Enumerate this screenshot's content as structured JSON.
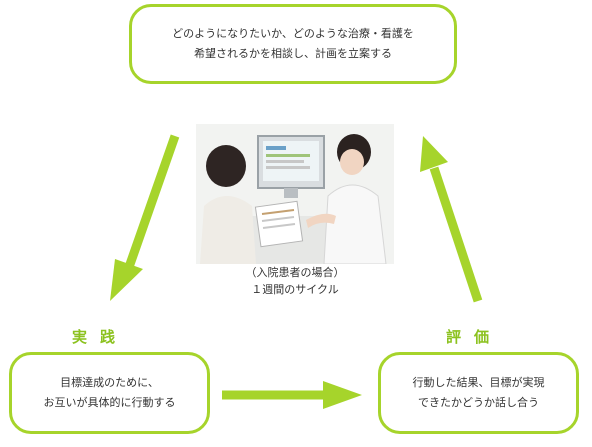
{
  "colors": {
    "accent": "#a6d42b",
    "label": "#8cc21f",
    "text": "#333333"
  },
  "plan": {
    "line1": "どのようになりたいか、どのような治療・看護を",
    "line2": "希望されるかを相談し、計画を立案する"
  },
  "do": {
    "label": "実践",
    "line1": "目標達成のために、",
    "line2": "お互いが具体的に行動する"
  },
  "eval": {
    "label": "評価",
    "line1": "行動した結果、目標が実現",
    "line2": "できたかどうか話し合う"
  },
  "center": {
    "caption_line1": "（入院患者の場合）",
    "caption_line2": "１週間のサイクル"
  }
}
